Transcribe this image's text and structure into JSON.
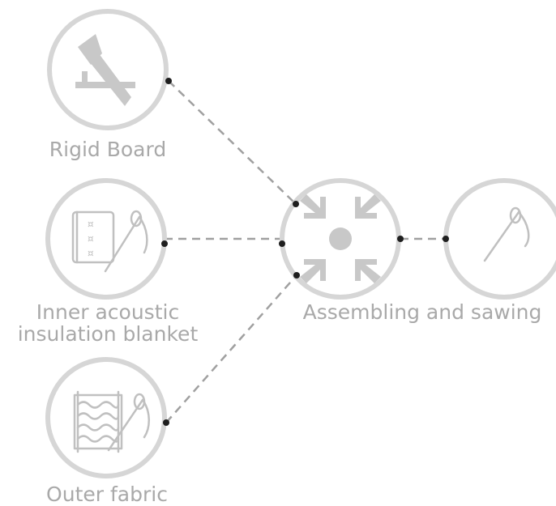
{
  "nodes": {
    "rigid_board": {
      "label": "Rigid Board",
      "icon": "saw-cutting-board-icon"
    },
    "inner_blanket": {
      "label_line1": "Inner acoustic",
      "label_line2": "insulation blanket",
      "icon": "quilted-blanket-needle-icon"
    },
    "outer_fabric": {
      "label": "Outer fabric",
      "icon": "woven-fabric-needle-icon"
    },
    "assembling": {
      "label": "Assembling and sawing",
      "icon": "inward-arrows-icon"
    },
    "sewing": {
      "icon": "needle-thread-icon"
    }
  },
  "colors": {
    "ring": "#d6d6d6",
    "icon": "#c8c8c8",
    "label": "#a9a9a9",
    "connector": "#a0a0a0",
    "dot": "#1e1e1e"
  }
}
